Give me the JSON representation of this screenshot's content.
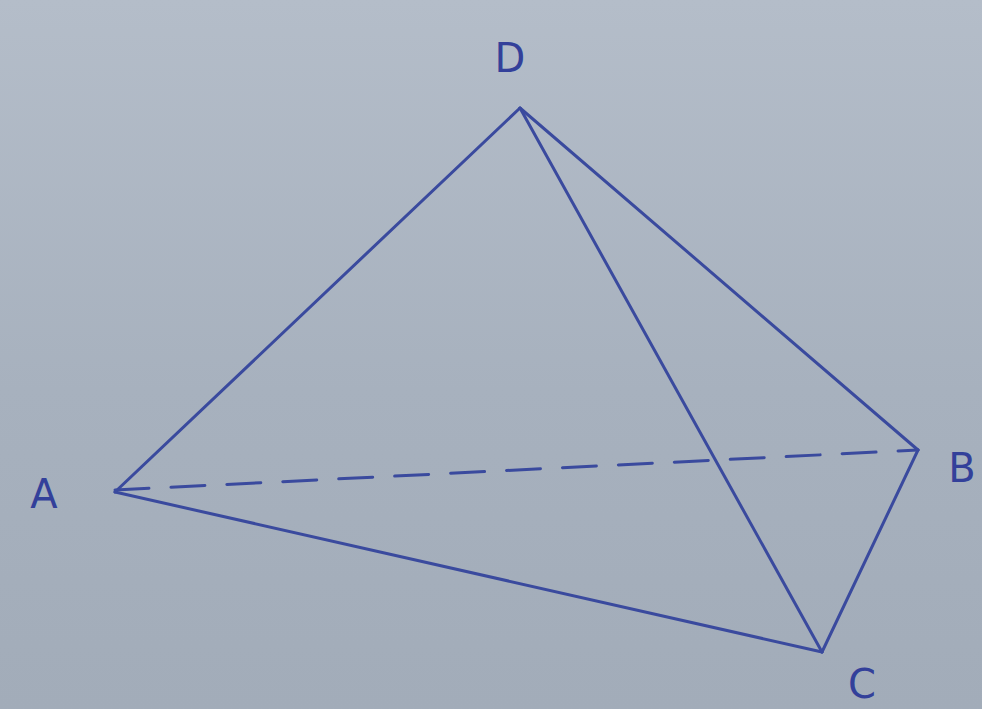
{
  "diagram": {
    "labels": [
      "D",
      "A",
      "B",
      "C"
    ]
  }
}
